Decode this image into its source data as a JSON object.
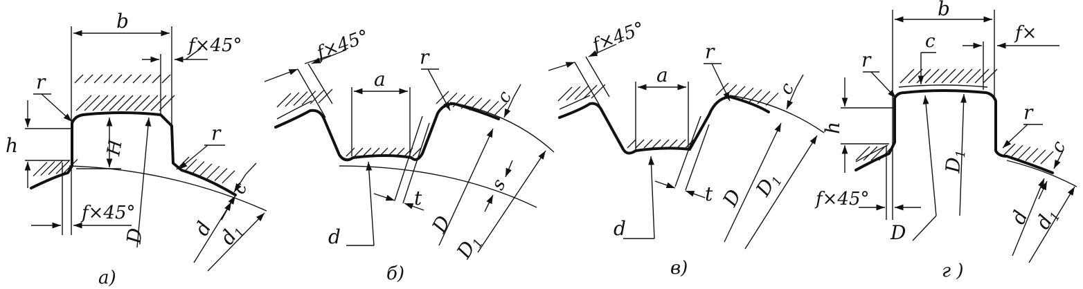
{
  "panels": [
    {
      "id": "a",
      "caption": "а)",
      "labels": {
        "b": "b",
        "chamfer_top": "f×45°",
        "r_left": "r",
        "r_right": "r",
        "h": "h",
        "H": "H",
        "c": "c",
        "chamfer_bottom": "f×45°",
        "D": "D",
        "d": "d",
        "d1": "d",
        "d1_sub": "1"
      }
    },
    {
      "id": "b",
      "caption": "б)",
      "labels": {
        "chamfer": "f×45°",
        "a": "a",
        "r": "r",
        "c": "c",
        "d": "d",
        "t": "t",
        "D": "D",
        "D1": "D",
        "D1_sub": "1",
        "s": "s"
      }
    },
    {
      "id": "v",
      "caption": "в)",
      "labels": {
        "chamfer": "f×45°",
        "a": "a",
        "r": "r",
        "c": "c",
        "d": "d",
        "t": "t",
        "D": "D",
        "D1": "D",
        "D1_sub": "1"
      }
    },
    {
      "id": "g",
      "caption": "г )",
      "labels": {
        "b": "b",
        "chamfer_top": "f×",
        "c_top": "c",
        "r_left": "r",
        "r_right": "r",
        "h": "h",
        "D1": "D",
        "D1_sub": "1",
        "chamfer_bottom": "f×45°",
        "D": "D",
        "d": "d",
        "d1": "d",
        "d1_sub": "1",
        "c_right": "c"
      }
    }
  ],
  "colors": {
    "ink": "#111111",
    "paper": "#ffffff"
  }
}
